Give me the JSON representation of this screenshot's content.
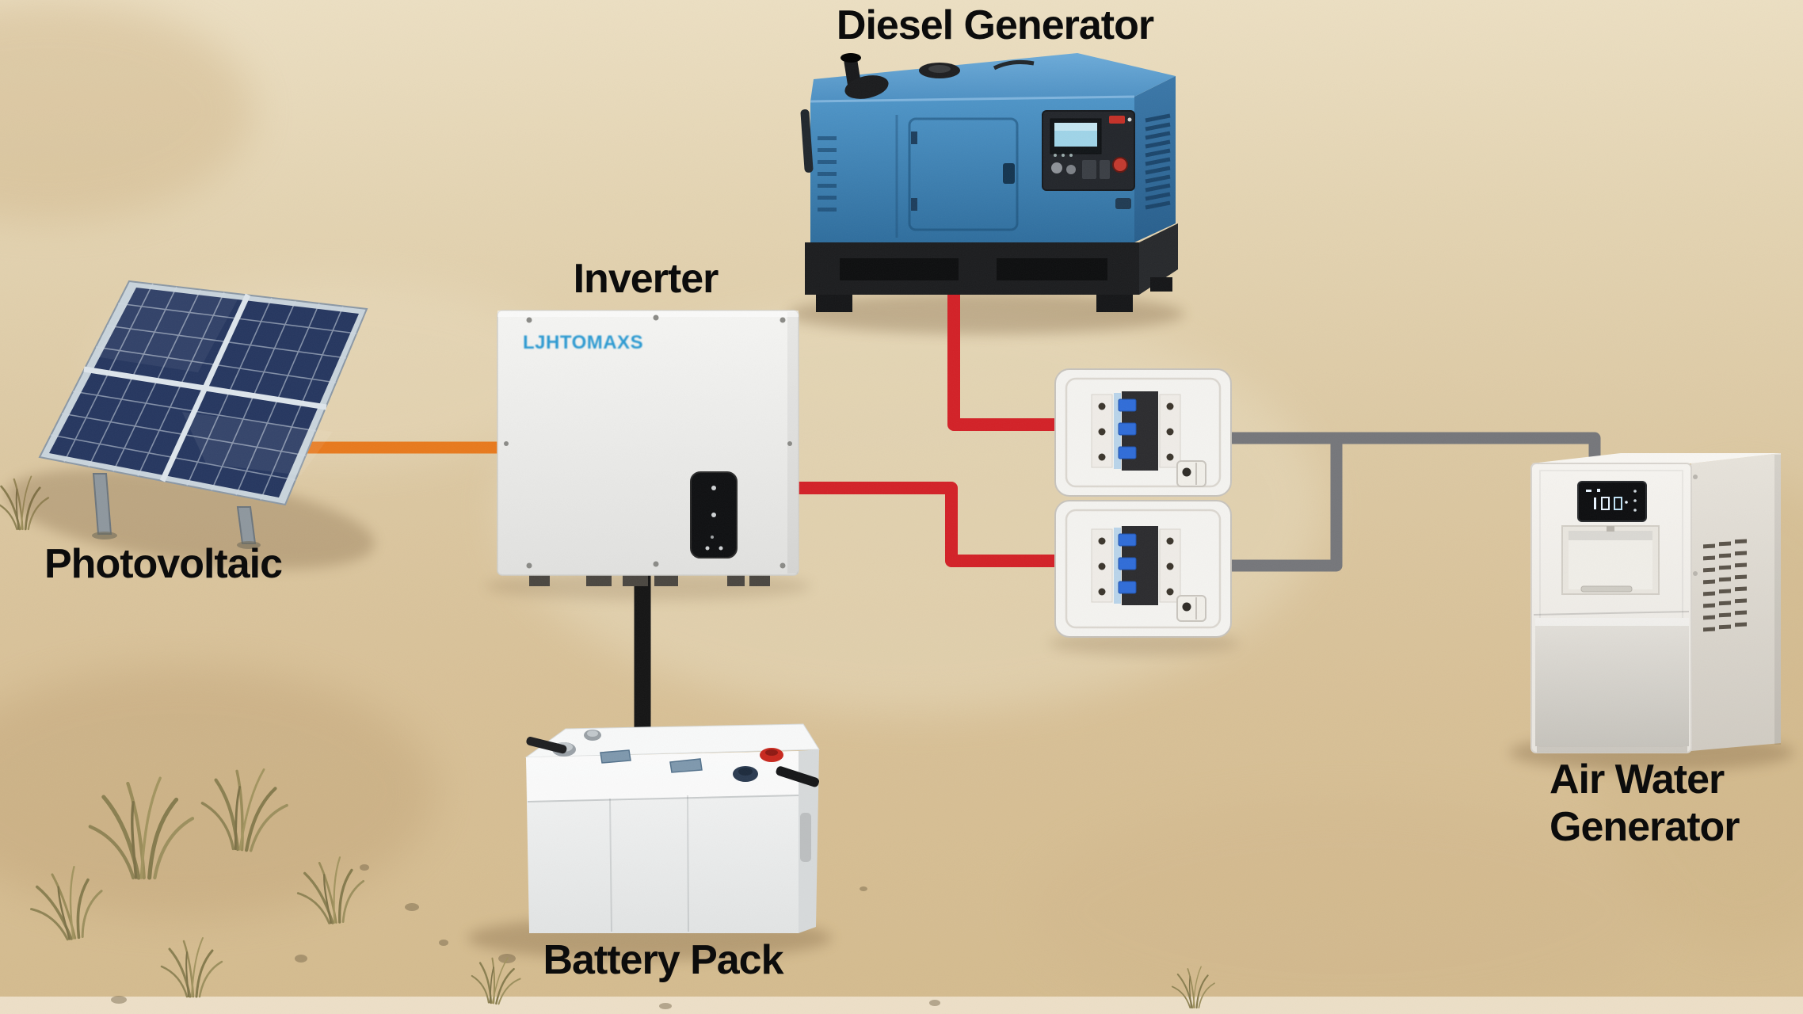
{
  "diagram": {
    "scene": "Off-grid solar + diesel hybrid power system wiring diagram on desert ground",
    "labels": {
      "diesel_generator": "Diesel Generator",
      "inverter": "Inverter",
      "photovoltaic": "Photovoltaic",
      "battery_pack": "Battery Pack",
      "air_water_generator": "Air Water\nGenerator"
    },
    "inverter_brand": "LJHTOMAXS",
    "components": [
      "Photovoltaic panel",
      "Inverter",
      "Diesel Generator",
      "Battery Pack",
      "Circuit breaker box (top)",
      "Circuit breaker box (bottom)",
      "Air Water Generator"
    ],
    "wires": {
      "pv_to_inverter": {
        "color": "#e8791c",
        "from": "Photovoltaic",
        "to": "Inverter"
      },
      "generator_to_breaker_top": {
        "color": "#d32026",
        "from": "Diesel Generator",
        "to": "Circuit breaker box (top)"
      },
      "inverter_to_breaker_bottom": {
        "color": "#d32026",
        "from": "Inverter",
        "to": "Circuit breaker box (bottom)"
      },
      "inverter_to_battery": {
        "color": "#141414",
        "from": "Inverter",
        "to": "Battery Pack"
      },
      "breaker_top_to_awg": {
        "color": "#75767a",
        "from": "Circuit breaker box (top)",
        "to": "Air Water Generator"
      },
      "breaker_bottom_to_trunk": {
        "color": "#75767a",
        "from": "Circuit breaker box (bottom)",
        "to": "Air Water Generator"
      }
    },
    "palette": {
      "sand": "#dcc8a2",
      "generator_blue": "#3f85b8",
      "wire_red": "#d32026",
      "wire_orange": "#e8791c",
      "wire_gray": "#75767a",
      "wire_black": "#141414",
      "label_text": "#0c0c0c"
    }
  }
}
